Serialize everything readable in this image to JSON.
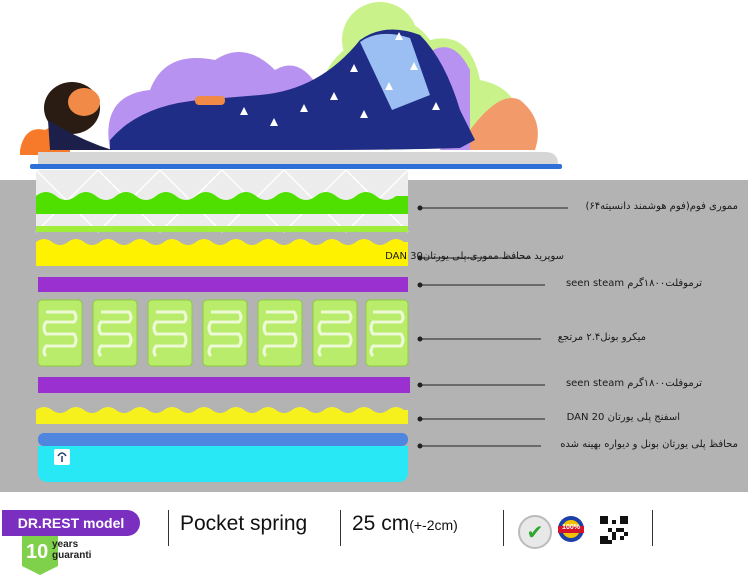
{
  "layers": [
    {
      "label": "مموری فوم(فوم هوشمند دانسیته۶۴)"
    },
    {
      "label": "سوپرید محافظ مموری،پلی یورتان30 DAN"
    },
    {
      "label": "ترموفلت۱۸۰۰گرم seen steam"
    },
    {
      "label": "میکرو بونل۲.۴ مرتجع"
    },
    {
      "label": "ترموفلت۱۸۰۰گرم seen steam"
    },
    {
      "label": "اسفنج پلی یورتان 20 DAN"
    },
    {
      "label": "محافظ پلی یورتان بونل و دیواره بهینه شده"
    }
  ],
  "footer": {
    "brand": "DR.REST model",
    "warranty_number": "10",
    "warranty_text_1": "years",
    "warranty_text_2": "guaranti",
    "product_type": "Pocket spring",
    "height_main": "25 cm",
    "height_tolerance": "(+-2cm)",
    "badge_100": "100%"
  },
  "colors": {
    "frame": "#b3b3b3",
    "memory_foam": "#4fe000",
    "super_bed": "#fff200",
    "thermo_felt": "#9b30d0",
    "micro_bonnell": "#b8ec6a",
    "pu_foam": "#f6f11c",
    "protector_top": "#4f86e0",
    "protector_base": "#28e8f6",
    "brand": "#7a2fc0"
  }
}
